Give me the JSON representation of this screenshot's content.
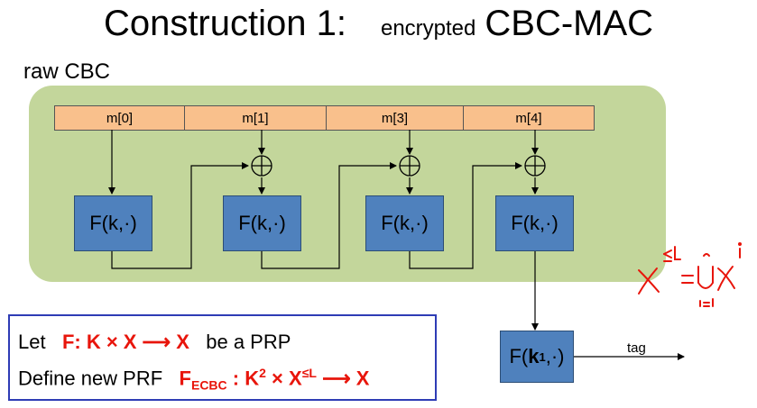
{
  "title": {
    "main": "Construction 1:",
    "qualifier": "encrypted",
    "name": "CBC-MAC"
  },
  "raw_label": "raw CBC",
  "message_blocks": [
    "m[0]",
    "m[1]",
    "m[3]",
    "m[4]"
  ],
  "prf_label": "F(k,·)",
  "final_prf": {
    "prefix": "F(",
    "key": "k",
    "key_sub": "1",
    "suffix": ",·)"
  },
  "tag_label": "tag",
  "definition": {
    "line1": {
      "intro": "Let",
      "expr": "F: K × X ⟶ X",
      "outro": "be a PRP"
    },
    "line2": {
      "intro": "Define new PRF",
      "fn": "F",
      "fn_sub": "ECBC",
      "colon": ":",
      "domain_k": "K",
      "domain_k_exp": "2",
      "times": "×",
      "domain_x": "X",
      "domain_x_exp": "≤L",
      "arrow": "⟶",
      "range": "X"
    }
  },
  "handwritten_note": "X^{≤L} = ⋃_{i=1} X^i",
  "colors": {
    "green_box": "#c3d69b",
    "message_cells": "#f9c08c",
    "prf_box": "#4f81bd",
    "definition_border": "#2e3cb5",
    "emphasis_red": "#e8150b"
  }
}
